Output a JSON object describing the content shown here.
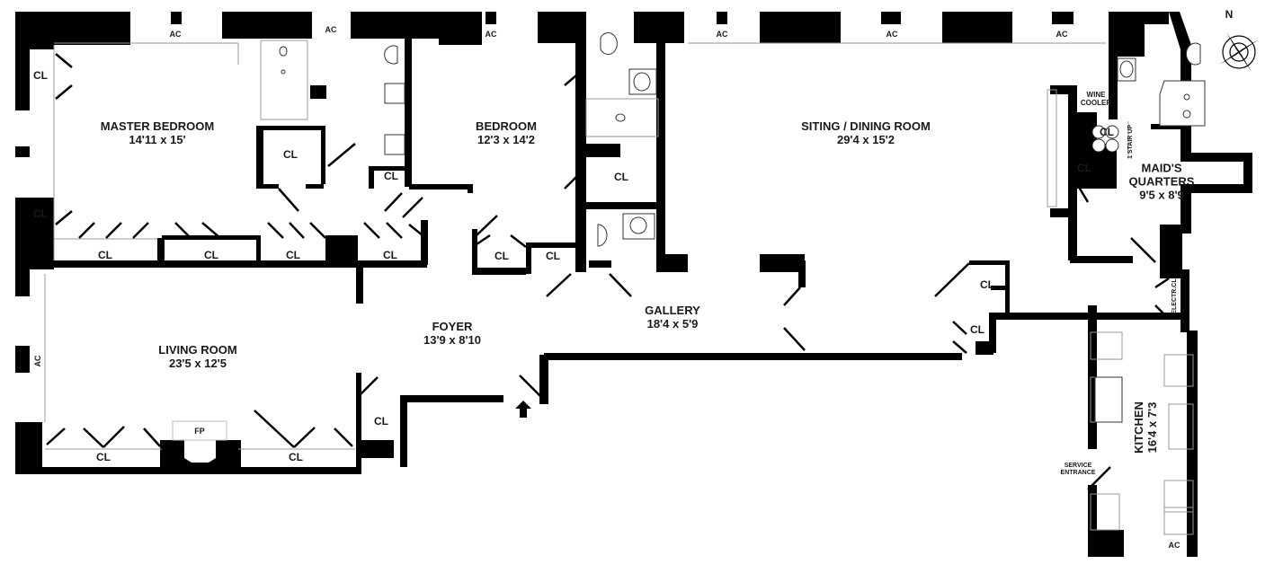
{
  "plan": {
    "type": "apartment floor plan",
    "compass": {
      "label": "N"
    },
    "entry_arrow": "up-arrow",
    "rooms": [
      {
        "name": "MASTER BEDROOM",
        "size": "14'11 x 15'"
      },
      {
        "name": "BEDROOM",
        "size": "12'3 x 14'2"
      },
      {
        "name": "SITING / DINING ROOM",
        "size": "29'4 x 15'2"
      },
      {
        "name": "MAID'S QUARTERS",
        "name_line2": "QUARTERS",
        "size": "9'5 x 8'9"
      },
      {
        "name": "LIVING ROOM",
        "size": "23'5 x 12'5"
      },
      {
        "name": "FOYER",
        "size": "13'9 x 8'10"
      },
      {
        "name": "GALLERY",
        "size": "18'4 x 5'9"
      },
      {
        "name": "KITCHEN",
        "size": "16'4 x 7'3"
      }
    ],
    "labels": {
      "closet": "CL",
      "ac": "AC",
      "fireplace": "FP",
      "wine_1": "WINE",
      "wine_2": "COOLER",
      "stair": "1 STAIR UP",
      "maid_1": "MAID'S",
      "maid_2": "QUARTERS",
      "service_1": "SERVICE",
      "service_2": "ENTRANCE",
      "electric": "ELECTR.CL"
    }
  }
}
